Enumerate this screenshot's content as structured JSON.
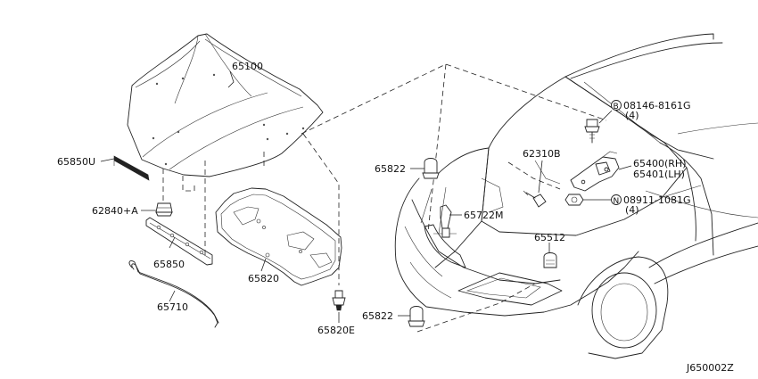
{
  "diagram": {
    "code": "J650002Z",
    "callouts": {
      "hood": "65100",
      "hood_seal": "65850U",
      "bumper_rubber": "62840+A",
      "seal_rubber": "65850",
      "support_rod": "65710",
      "hood_insulator": "65820",
      "clip": "65820E",
      "bumper_upper": "65822",
      "bumper_lower": "65822",
      "bracket": "62310B",
      "lock_control": "65722M",
      "stay": "65512",
      "bolt": "08146-8161G",
      "bolt_qty": "(4)",
      "bolt_marker": "B",
      "hinge_rh": "65400(RH)",
      "hinge_lh": "65401(LH)",
      "nut": "08911-1081G",
      "nut_qty": "(4)",
      "nut_marker": "N"
    }
  }
}
